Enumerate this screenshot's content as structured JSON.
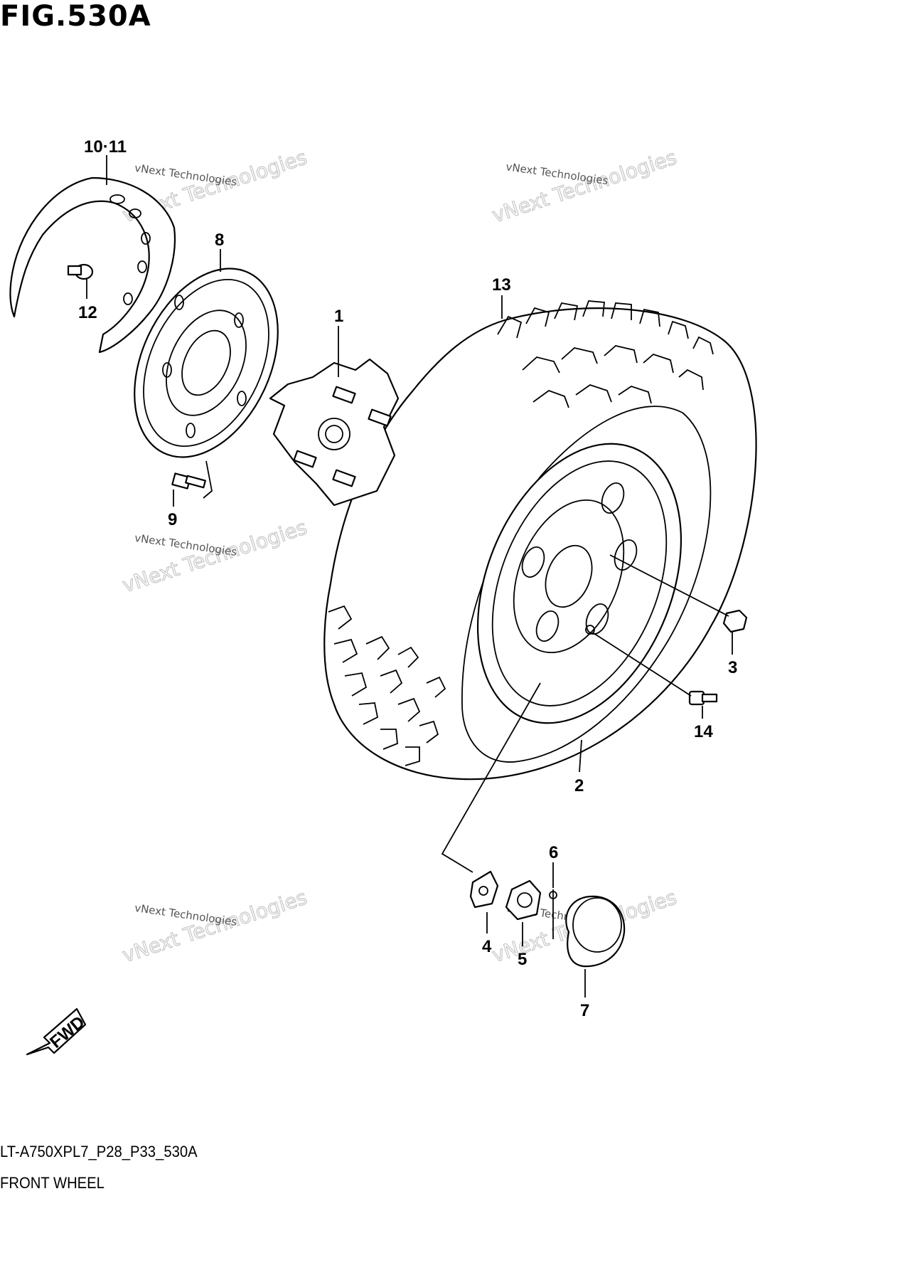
{
  "header": {
    "figure_title": "FIG.530A"
  },
  "footer": {
    "model_code": "LT-A750XPL7_P28_P33_530A",
    "section_name": "FRONT WHEEL"
  },
  "fwd_label": "FWD",
  "watermark": {
    "line1": "vNext Technologies",
    "line2": "vNext Technologies"
  },
  "callouts": {
    "c1": "1",
    "c2": "2",
    "c3": "3",
    "c4": "4",
    "c5": "5",
    "c6": "6",
    "c7": "7",
    "c8": "8",
    "c9": "9",
    "c10_11": "10·11",
    "c12": "12",
    "c13": "13",
    "c14": "14"
  }
}
